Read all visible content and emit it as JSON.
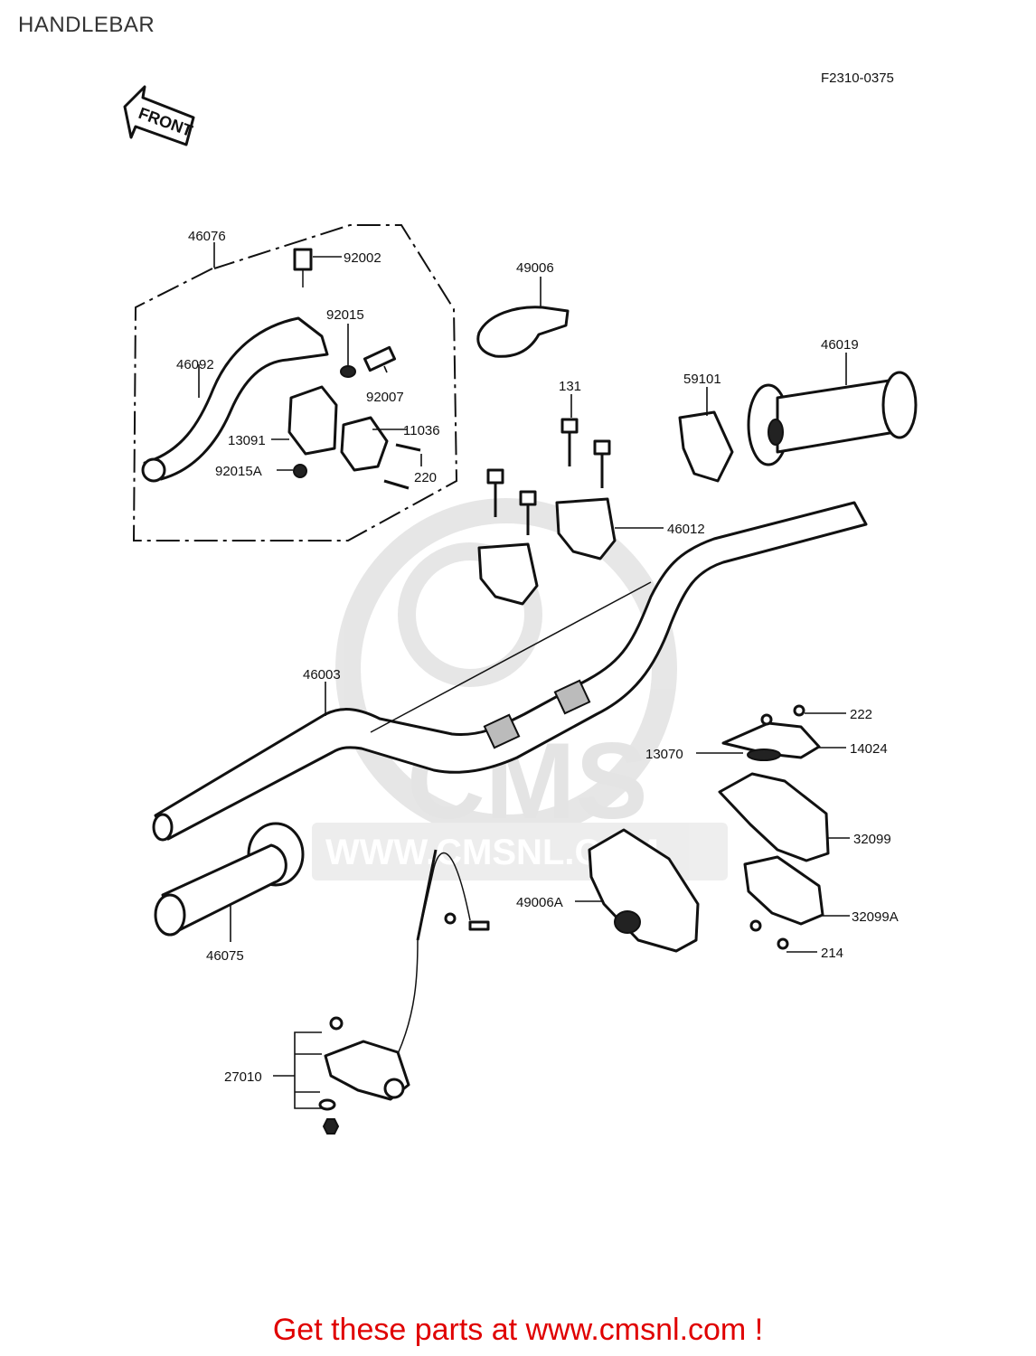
{
  "page": {
    "title": "HANDLEBAR",
    "reference_code": "F2310-0375",
    "front_marker": "FRONT",
    "watermark": "WWW.CMSNL.COM",
    "watermark_logo": "CMS",
    "footer": "Get these parts at www.cmsnl.com !"
  },
  "parts": [
    {
      "id": "46076",
      "label": "46076"
    },
    {
      "id": "92002",
      "label": "92002"
    },
    {
      "id": "92015",
      "label": "92015"
    },
    {
      "id": "46092",
      "label": "46092"
    },
    {
      "id": "92007",
      "label": "92007"
    },
    {
      "id": "13091",
      "label": "13091"
    },
    {
      "id": "11036",
      "label": "11036"
    },
    {
      "id": "92015A",
      "label": "92015A"
    },
    {
      "id": "220",
      "label": "220"
    },
    {
      "id": "49006",
      "label": "49006"
    },
    {
      "id": "131",
      "label": "131"
    },
    {
      "id": "59101",
      "label": "59101"
    },
    {
      "id": "46019",
      "label": "46019"
    },
    {
      "id": "46012",
      "label": "46012"
    },
    {
      "id": "46003",
      "label": "46003"
    },
    {
      "id": "222",
      "label": "222"
    },
    {
      "id": "13070",
      "label": "13070"
    },
    {
      "id": "14024",
      "label": "14024"
    },
    {
      "id": "32099",
      "label": "32099"
    },
    {
      "id": "49006A",
      "label": "49006A"
    },
    {
      "id": "32099A",
      "label": "32099A"
    },
    {
      "id": "214",
      "label": "214"
    },
    {
      "id": "46075",
      "label": "46075"
    },
    {
      "id": "27010",
      "label": "27010"
    }
  ]
}
